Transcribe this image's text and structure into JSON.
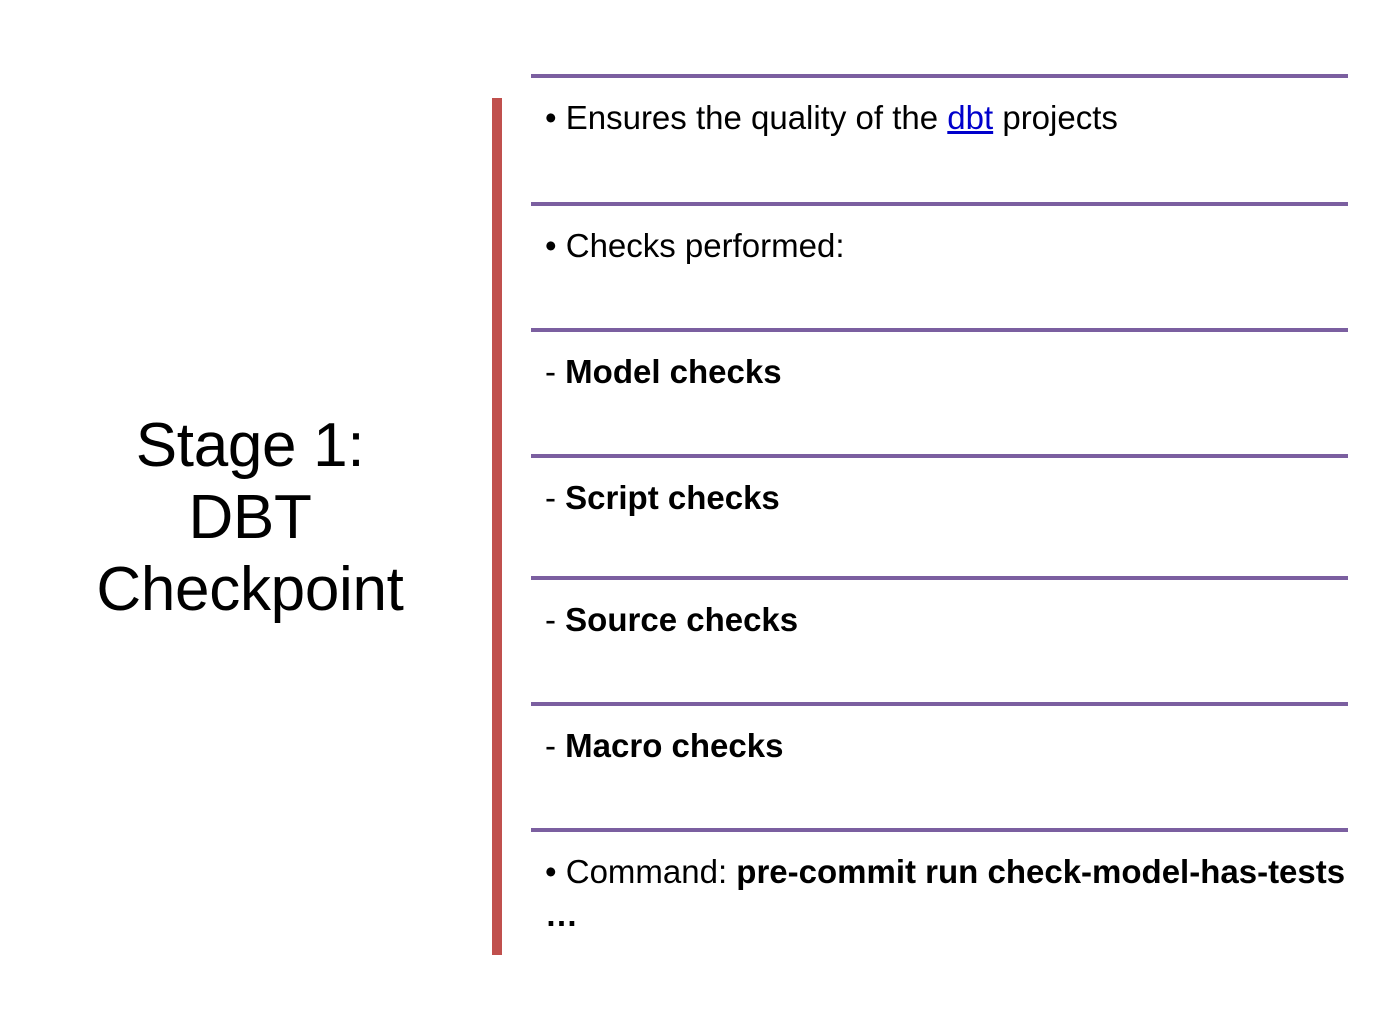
{
  "slide": {
    "title_lines": [
      "Stage 1:",
      "DBT",
      "Checkpoint"
    ],
    "accent_bar_color": "#c0504d",
    "divider_color": "#7b5fa0",
    "link_color": "#0000cc",
    "background_color": "#ffffff",
    "text_color": "#000000"
  },
  "rows": [
    {
      "name": "ensures-quality",
      "bullet": "•",
      "text_before_link": " Ensures the quality of the ",
      "link_text": "dbt",
      "text_after_link": " projects"
    },
    {
      "name": "checks-performed",
      "bullet": "•",
      "text": " Checks performed:"
    },
    {
      "name": "model-checks",
      "prefix": "- ",
      "bold_text": "Model checks"
    },
    {
      "name": "script-checks",
      "prefix": "- ",
      "bold_text": "Script checks"
    },
    {
      "name": "source-checks",
      "prefix": "- ",
      "bold_text": "Source checks"
    },
    {
      "name": "macro-checks",
      "prefix": "- ",
      "bold_text": "Macro checks"
    },
    {
      "name": "command",
      "bullet": "•",
      "label": " Command: ",
      "bold_text": "pre-commit run check-model-has-tests …"
    }
  ]
}
